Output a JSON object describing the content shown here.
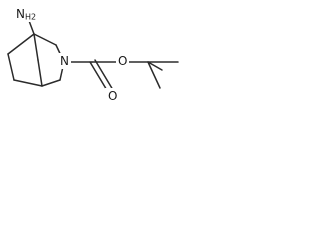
{
  "structure": {
    "atoms": [
      {
        "id": "amine",
        "text": "N",
        "sub": "H2"
      },
      {
        "id": "ring_n",
        "text": "N"
      },
      {
        "id": "ester_o",
        "text": "O"
      },
      {
        "id": "carbonyl_o",
        "text": "O"
      }
    ],
    "colors": {
      "bond": "#2b2b2b",
      "text": "#1a1a1a",
      "background": "#ffffff"
    }
  }
}
